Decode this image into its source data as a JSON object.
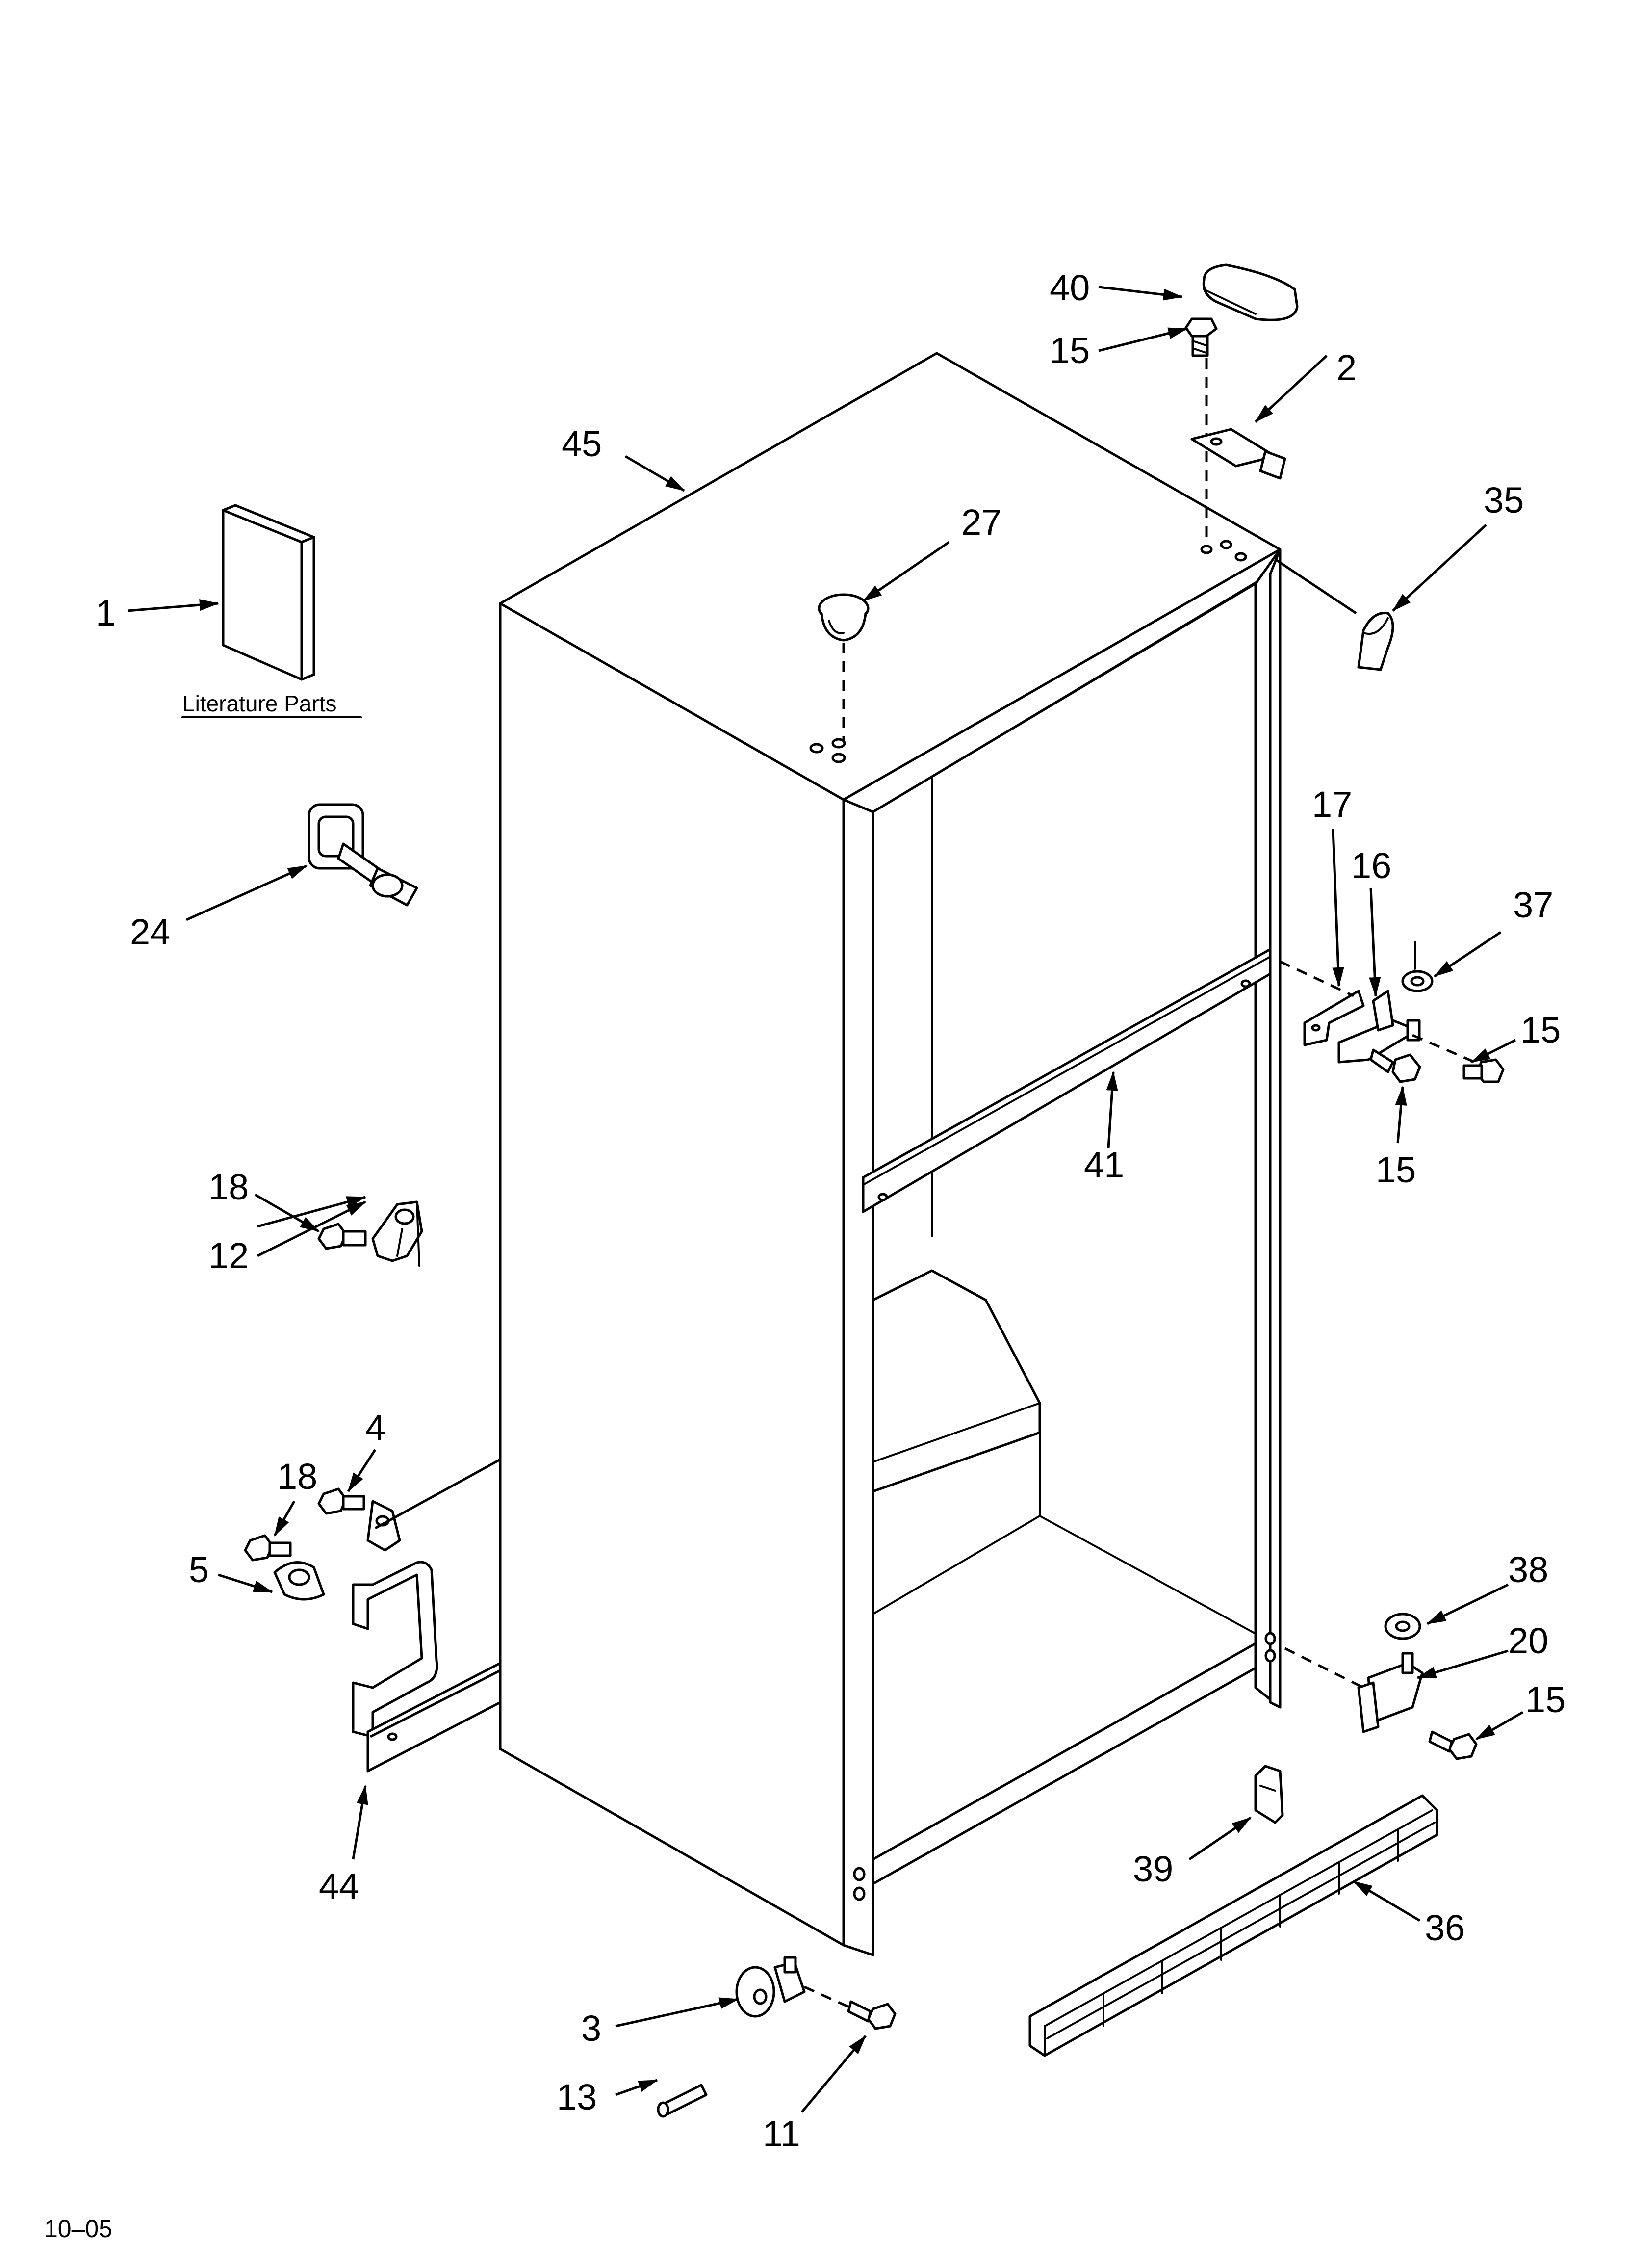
{
  "diagram": {
    "literature_label": "Literature Parts",
    "footer_code": "10–05",
    "callouts": {
      "c40": "40",
      "c15_top": "15",
      "c2": "2",
      "c45": "45",
      "c27": "27",
      "c35": "35",
      "c1": "1",
      "c24": "24",
      "c17": "17",
      "c16": "16",
      "c37": "37",
      "c15_right_a": "15",
      "c15_right_b": "15",
      "c41": "41",
      "c18_upper": "18",
      "c12": "12",
      "c4": "4",
      "c18_lower": "18",
      "c5": "5",
      "c44": "44",
      "c38": "38",
      "c20": "20",
      "c15_lower": "15",
      "c39": "39",
      "c36": "36",
      "c3": "3",
      "c13": "13",
      "c11": "11"
    }
  }
}
